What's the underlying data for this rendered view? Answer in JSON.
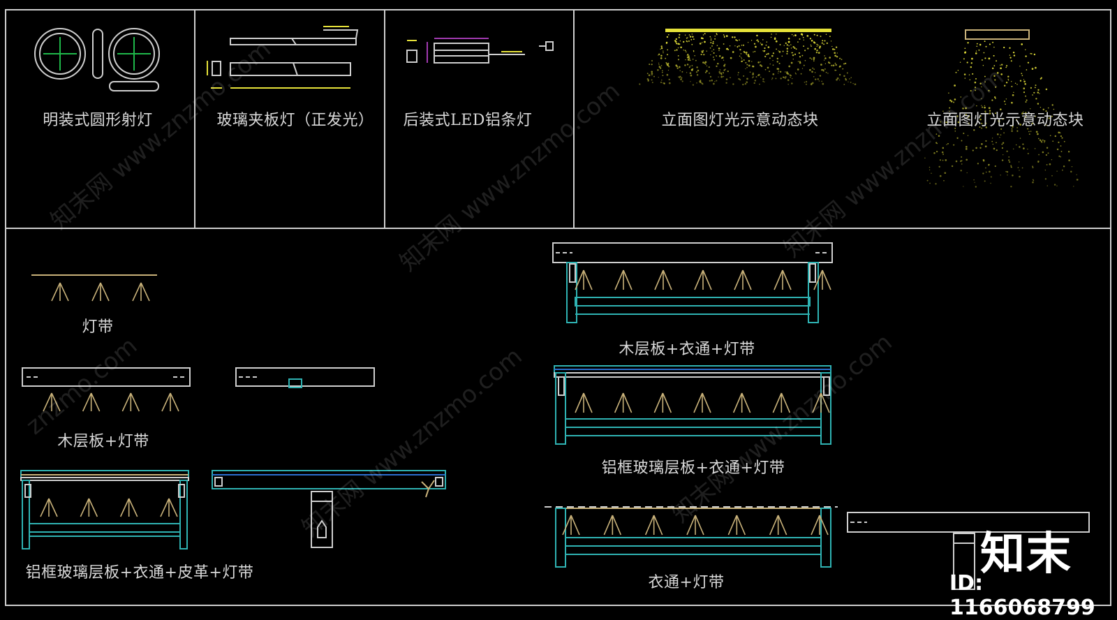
{
  "labels": {
    "surface_round_downlight": "明装式圆形射灯",
    "glass_clamp_light": "玻璃夹板灯（正发光）",
    "rear_led_strip": "后装式LED铝条灯",
    "elevation_light_block_1": "立面图灯光示意动态块",
    "elevation_light_block_2": "立面图灯光示意动态块",
    "light_strip": "灯带",
    "wood_shelf_light_strip": "木层板+灯带",
    "alu_glass_shelf_rod_leather_strip": "铝框玻璃层板+衣通+皮革+灯带",
    "wood_shelf_rod_strip": "木层板+衣通+灯带",
    "alu_glass_shelf_rod_strip": "铝框玻璃层板+衣通+灯带",
    "rod_light_strip": "衣通+灯带"
  },
  "watermark": {
    "text": "知末网 www.znzmo.com",
    "text_short": "znzmo.com"
  },
  "logo": {
    "brand": "知末",
    "id_text": "ID: 1166068799"
  },
  "colors": {
    "background": "#000000",
    "frame": "#cfcfcf",
    "light_strip": "#c9b27a",
    "rod_cyan": "#2fb3b3",
    "dots_yellow": "#e6e23a",
    "shelf_blue": "#2a6fd0",
    "label_text": "#d9d9d9"
  }
}
